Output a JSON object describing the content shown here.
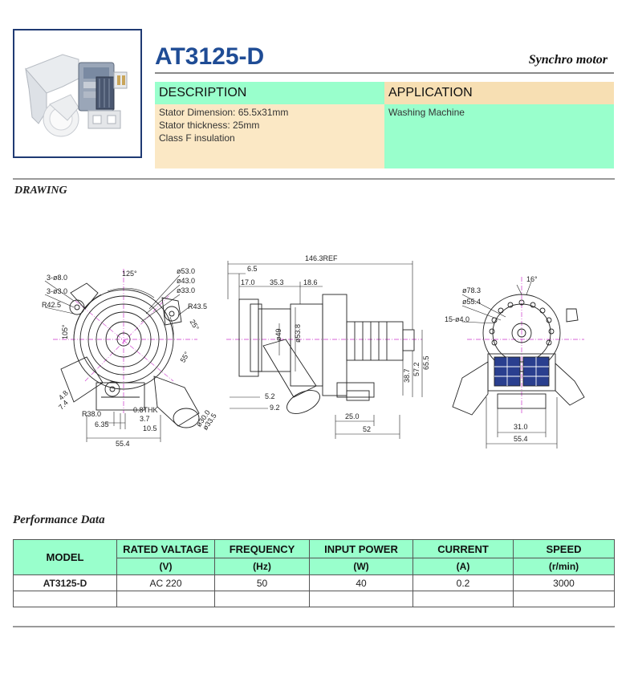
{
  "product": {
    "model": "AT3125-D",
    "type_label": "Synchro motor"
  },
  "description": {
    "heading": "DESCRIPTION",
    "lines": [
      "Stator Dimension: 65.5x31mm",
      "Stator thickness: 25mm",
      "Class F insulation"
    ]
  },
  "application": {
    "heading": "APPLICATION",
    "lines": [
      "Washing Machine"
    ]
  },
  "drawing": {
    "section_label": "DRAWING",
    "front_view": {
      "dims": [
        "3-ø8.0",
        "3-ø3.0",
        "R42.5",
        "125°",
        "ø53.0",
        "ø43.0",
        "ø33.0",
        "R43.5",
        "105°",
        "25°",
        "55°",
        "4.8",
        "7.4",
        "R38.0",
        "0.8THK",
        "6.35",
        "3.7",
        "10.5",
        "ø30.0",
        "ø33.5",
        "55.4"
      ]
    },
    "side_view": {
      "dims": [
        "146.3REF",
        "6.5",
        "17.0",
        "35.3",
        "18.6",
        "ø49",
        "ø53.8",
        "5.2",
        "9.2",
        "38.7",
        "57.2",
        "65.5",
        "25.0",
        "52"
      ]
    },
    "rear_view": {
      "dims": [
        "16°",
        "ø78.3",
        "ø55.4",
        "15-ø4.0",
        "31.0",
        "55.4"
      ]
    }
  },
  "performance": {
    "section_label": "Performance Data",
    "columns": [
      {
        "label": "MODEL",
        "unit": ""
      },
      {
        "label": "RATED VALTAGE",
        "unit": "(V)"
      },
      {
        "label": "FREQUENCY",
        "unit": "(Hz)"
      },
      {
        "label": "INPUT POWER",
        "unit": "(W)"
      },
      {
        "label": "CURRENT",
        "unit": "(A)"
      },
      {
        "label": "SPEED",
        "unit": "(r/min)"
      }
    ],
    "rows": [
      [
        "AT3125-D",
        "AC 220",
        "50",
        "40",
        "0.2",
        "3000"
      ],
      [
        "",
        "",
        "",
        "",
        "",
        ""
      ]
    ]
  },
  "colors": {
    "title_blue": "#1f4c95",
    "header_mint": "#99ffcc",
    "header_peach": "#f7dfb3",
    "dimension_magenta": "#cc33cc"
  }
}
